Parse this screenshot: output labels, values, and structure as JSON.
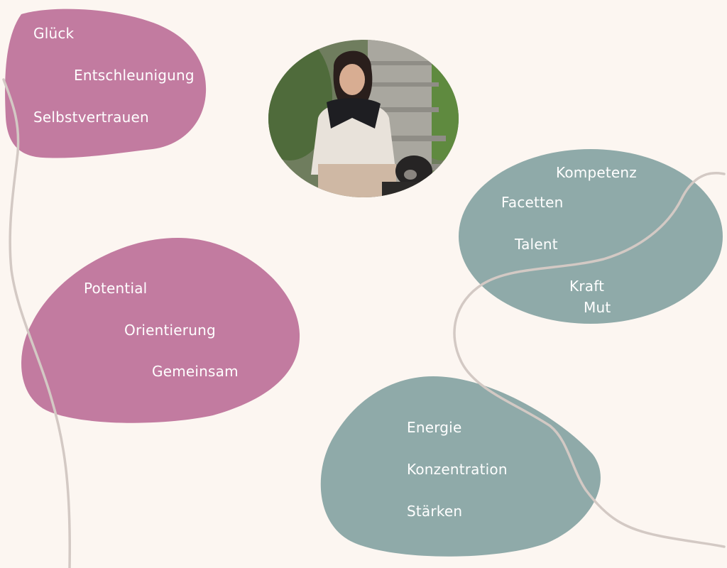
{
  "colors": {
    "background": "#fcf6f1",
    "pink_blob": "#c27ba0",
    "teal_blob": "#8faaa9",
    "line": "#d3c9c4",
    "text": "#ffffff"
  },
  "blobs": {
    "top_left": {
      "words": [
        "Glück",
        "Entschleunigung",
        "Selbstvertrauen"
      ]
    },
    "middle_left": {
      "words": [
        "Potential",
        "Orientierung",
        "Gemeinsam"
      ]
    },
    "right": {
      "words": [
        "Kompetenz",
        "Facetten",
        "Talent",
        "Kraft",
        "Mut"
      ]
    },
    "bottom": {
      "words": [
        "Energie",
        "Konzentration",
        "Stärken"
      ]
    }
  },
  "photo": {
    "description_icon": "portrait-photo"
  }
}
